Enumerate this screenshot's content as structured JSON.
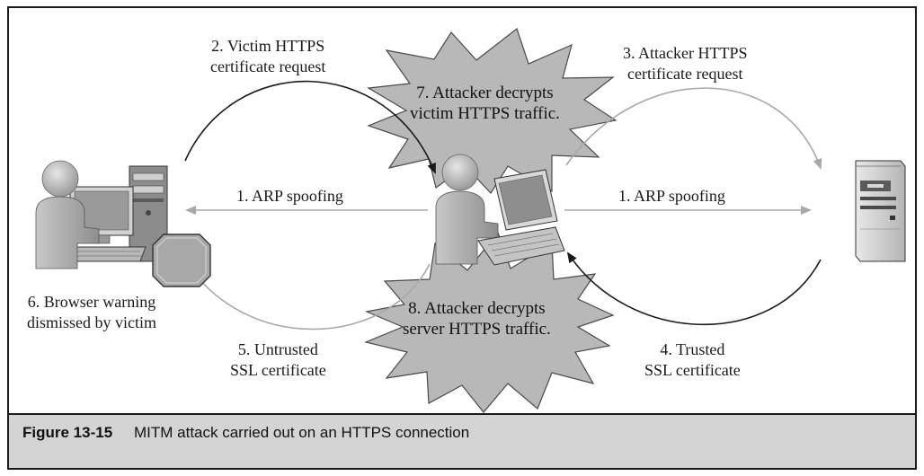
{
  "figure": {
    "number": "Figure 13-15",
    "caption": "MITM attack carried out on an HTTPS connection"
  },
  "labels": {
    "victim_request": [
      "2. Victim HTTPS",
      "certificate request"
    ],
    "attacker_request": [
      "3. Attacker HTTPS",
      "certificate request"
    ],
    "arp_left": "1. ARP spoofing",
    "arp_right": "1. ARP spoofing",
    "browser_warning": [
      "6. Browser warning",
      "dismissed by victim"
    ],
    "untrusted_cert": [
      "5. Untrusted",
      "SSL certificate"
    ],
    "trusted_cert": [
      "4. Trusted",
      "SSL certificate"
    ],
    "star_top": [
      "7. Attacker decrypts",
      "victim HTTPS traffic."
    ],
    "star_bottom": [
      "8. Attacker decrypts",
      "server HTTPS traffic."
    ]
  },
  "colors": {
    "arrow_dark": "#1a1a1a",
    "arrow_light": "#a8a8a8",
    "star_fill": "#b8b8b8",
    "caption_bg": "#d4d4d4"
  },
  "icons": {
    "victim": "person-desktop-computer-icon",
    "attacker": "person-laptop-icon",
    "server": "server-tower-icon",
    "warning": "browser-warning-icon"
  }
}
